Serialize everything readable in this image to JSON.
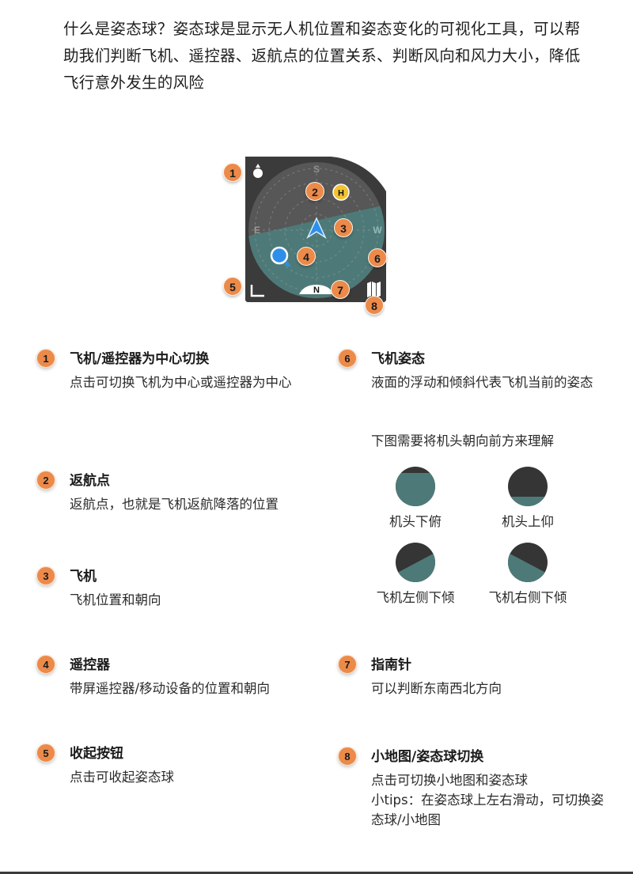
{
  "intro": {
    "text": "什么是姿态球？姿态球是显示无人机位置和姿态变化的可视化工具，可以帮助我们判断飞机、遥控器、返航点的位置关系、判断风向和风力大小，降低飞行意外发生的风险"
  },
  "diagram": {
    "compass": {
      "top": "S",
      "left": "E",
      "right": "W",
      "bottom": "N"
    },
    "home_label": "H",
    "callouts": [
      "1",
      "2",
      "3",
      "4",
      "5",
      "6",
      "7",
      "8"
    ],
    "colors": {
      "panel": "#3b3b3b",
      "sky": "#555555",
      "ground": "#4d7a78",
      "accent": "#ec8a4a",
      "aircraft": "#2e8fea",
      "home": "#f1c232"
    }
  },
  "items": [
    {
      "num": "1",
      "title": "飞机/遥控器为中心切换",
      "desc": "点击可切换飞机为中心或遥控器为中心"
    },
    {
      "num": "2",
      "title": "返航点",
      "desc": "返航点，也就是飞机返航降落的位置"
    },
    {
      "num": "3",
      "title": "飞机",
      "desc": "飞机位置和朝向"
    },
    {
      "num": "4",
      "title": "遥控器",
      "desc": "带屏遥控器/移动设备的位置和朝向"
    },
    {
      "num": "5",
      "title": "收起按钮",
      "desc": "点击可收起姿态球"
    },
    {
      "num": "6",
      "title": "飞机姿态",
      "desc": "液面的浮动和倾斜代表飞机当前的姿态",
      "note": "下图需要将机头朝向前方来理解"
    },
    {
      "num": "7",
      "title": "指南针",
      "desc": "可以判断东南西北方向"
    },
    {
      "num": "8",
      "title": "小地图/姿态球切换",
      "desc": "点击可切换小地图和姿态球",
      "tip": "小tips：在姿态球上左右滑动，可切换姿态球/小地图"
    }
  ],
  "attitudes": [
    {
      "label": "机头下俯"
    },
    {
      "label": "机头上仰"
    },
    {
      "label": "飞机左侧下倾"
    },
    {
      "label": "飞机右侧下倾"
    }
  ]
}
